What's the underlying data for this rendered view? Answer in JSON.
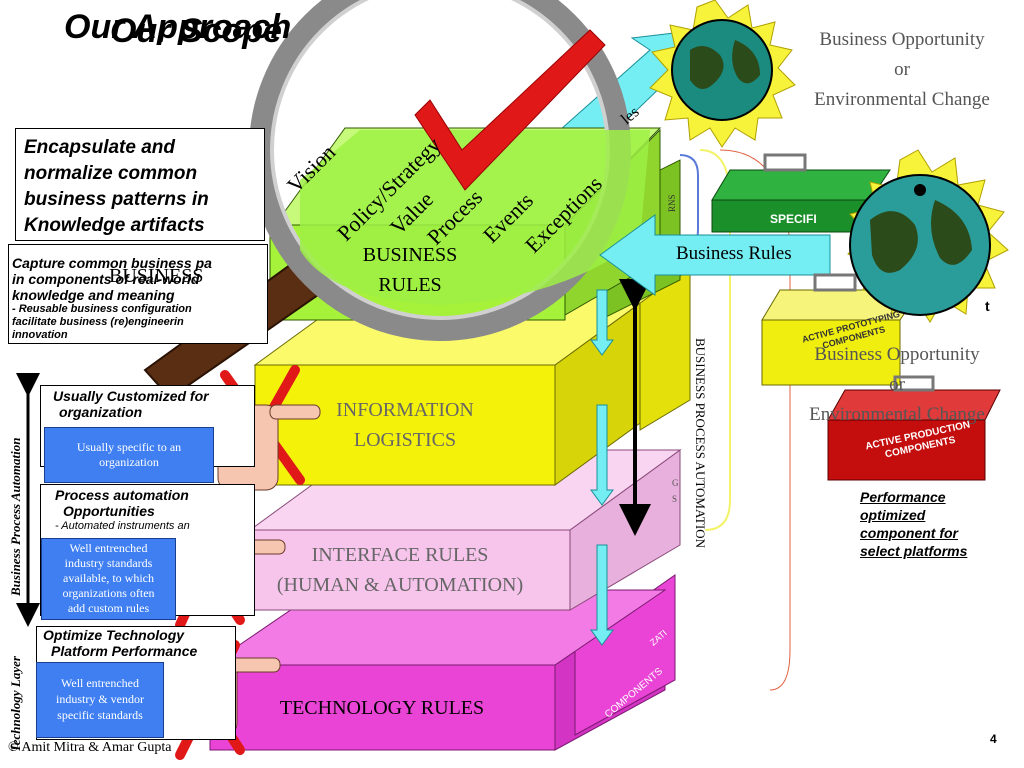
{
  "title": {
    "overlap_a": "Our Approach",
    "overlap_b": "Our Scope"
  },
  "left_notes": {
    "encapsulate": [
      "Encapsulate and",
      "normalize common",
      "business patterns in",
      "Knowledge artifacts"
    ],
    "capture": [
      "Capture common business pa",
      "in components of real-world",
      "knowledge and meaning"
    ],
    "capture_sub": [
      "- Reusable business configuration",
      "facilitate business (re)engineerin",
      "innovation"
    ],
    "customized": [
      "Usually Customized for",
      "organization"
    ],
    "process_auto": [
      "Process automation",
      "Opportunities"
    ],
    "process_auto_sub": [
      "- Automated instruments an"
    ],
    "optimize": [
      "Optimize Technology",
      "Platform Performance"
    ],
    "business_behind": "BUSINESS"
  },
  "blue_boxes": {
    "specific": [
      "Usually specific to an",
      "organization"
    ],
    "entrenched": [
      "Well entrenched",
      "industry standards",
      "available, to which",
      "organizations often",
      "add custom rules"
    ],
    "vendor": [
      "Well entrenched",
      "industry & vendor",
      "specific standards"
    ]
  },
  "layers": {
    "business_rules": [
      "BUSINESS",
      "RULES"
    ],
    "info_logistics": [
      "INFORMATION",
      "LOGISTICS"
    ],
    "interface_rules": [
      "INTERFACE RULES",
      "(HUMAN & AUTOMATION)"
    ],
    "technology_rules": "TECHNOLOGY RULES"
  },
  "lens_words": {
    "vision": "Vision",
    "policy": "Policy/Strategy",
    "value": "Value",
    "process": "Process",
    "events": "Events",
    "exceptions": "Exceptions",
    "rules_fragment": "les",
    "rns_fragment": "RNS"
  },
  "side_texts": {
    "bpa": "BUSINESS PROCESS AUTOMATION",
    "zati": "ZATI",
    "components": "COMPONENTS",
    "g": "G",
    "s": "S"
  },
  "right": {
    "opportunity_top": [
      "Business Opportunity",
      "or",
      "Environmental Change"
    ],
    "opportunity_mid": [
      "Business Opportunity",
      "or",
      "Environmental Change"
    ],
    "business_rules_arrow": "Business Rules",
    "specific_fragment": "SPECIFI",
    "t_fragment": "t",
    "prototyping": [
      "ACTIVE PROTOTYPING",
      "COMPONENTS"
    ],
    "production": [
      "ACTIVE PRODUCTION",
      "COMPONENTS"
    ],
    "performance": [
      "Performance",
      "optimized",
      "component for",
      "select platforms"
    ]
  },
  "vertical_labels": {
    "bpa": "Business Process Automation",
    "tech": "Technology Layer"
  },
  "footer": {
    "copyright": "© Amit Mitra & Amar Gupta",
    "page": "4"
  },
  "colors": {
    "business_green": "#a6f23a",
    "info_yellow": "#f5f20a",
    "interface_pink": "#f7c4ec",
    "tech_magenta": "#ea44d6",
    "proto_yellow": "#f0ee0f",
    "production_red": "#c40d0d",
    "specific_green": "#1b8f2a",
    "arrow_cyan": "#74eef3",
    "blue_box": "#3f7ff2",
    "check_red": "#e01818"
  }
}
